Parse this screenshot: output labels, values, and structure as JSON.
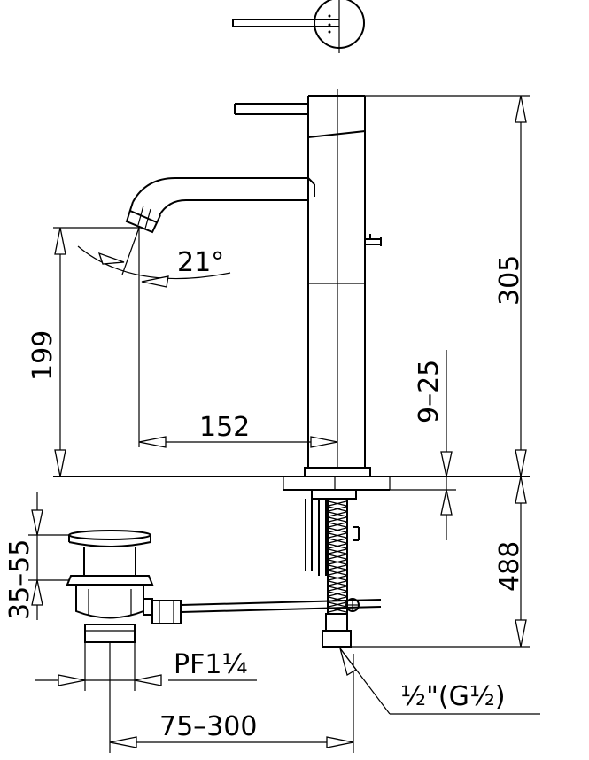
{
  "dimensions": {
    "spout_angle": "21°",
    "spout_height": "199",
    "spout_reach": "152",
    "total_height": "305",
    "counter_thickness": "9–25",
    "hose_length": "488",
    "popup_range": "35–55",
    "waste_connection": "PF1¼",
    "waste_distance": "75–300",
    "supply_connection": "½\"(G½)"
  }
}
